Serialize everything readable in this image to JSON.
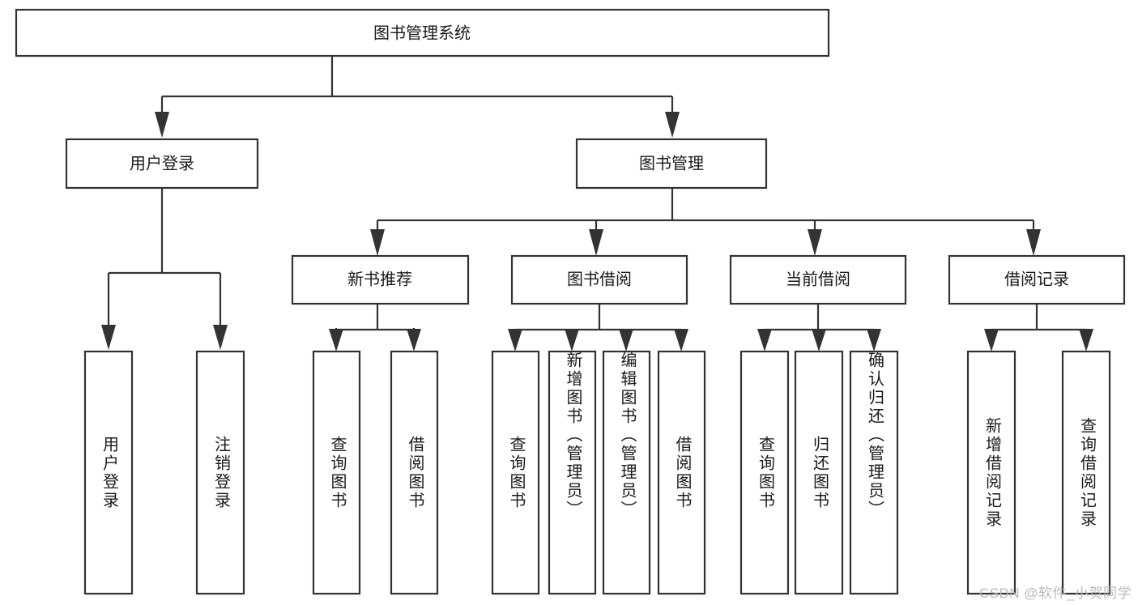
{
  "diagram": {
    "title": "图书管理系统",
    "type": "tree-hierarchy",
    "watermark": "CSDN @软件_小贺同学",
    "root": {
      "id": "root",
      "label": "图书管理系统"
    },
    "level1": [
      {
        "id": "user-login",
        "label": "用户登录"
      },
      {
        "id": "book-management",
        "label": "图书管理"
      }
    ],
    "level2": [
      {
        "id": "new-book-recommend",
        "label": "新书推荐",
        "parent": "book-management"
      },
      {
        "id": "book-borrow",
        "label": "图书借阅",
        "parent": "book-management"
      },
      {
        "id": "current-borrow",
        "label": "当前借阅",
        "parent": "book-management"
      },
      {
        "id": "borrow-record",
        "label": "借阅记录",
        "parent": "book-management"
      }
    ],
    "leaves": [
      {
        "id": "leaf-user-login",
        "label": "用户登录",
        "parent": "user-login"
      },
      {
        "id": "leaf-logout-login",
        "label": "注销登录",
        "parent": "user-login"
      },
      {
        "id": "leaf-query-book-1",
        "label": "查询图书",
        "parent": "new-book-recommend"
      },
      {
        "id": "leaf-borrow-book-1",
        "label": "借阅图书",
        "parent": "new-book-recommend"
      },
      {
        "id": "leaf-query-book-2",
        "label": "查询图书",
        "parent": "book-borrow"
      },
      {
        "id": "leaf-add-book",
        "label": "新增图书（管理员）",
        "parent": "book-borrow"
      },
      {
        "id": "leaf-edit-book",
        "label": "编辑图书（管理员）",
        "parent": "book-borrow"
      },
      {
        "id": "leaf-borrow-book-2",
        "label": "借阅图书",
        "parent": "book-borrow"
      },
      {
        "id": "leaf-query-book-3",
        "label": "查询图书",
        "parent": "current-borrow"
      },
      {
        "id": "leaf-return-book",
        "label": "归还图书",
        "parent": "current-borrow"
      },
      {
        "id": "leaf-confirm-return",
        "label": "确认归还（管理员）",
        "parent": "current-borrow"
      },
      {
        "id": "leaf-add-record",
        "label": "新增借阅记录",
        "parent": "borrow-record"
      },
      {
        "id": "leaf-query-record",
        "label": "查询借阅记录",
        "parent": "borrow-record"
      }
    ],
    "colors": {
      "stroke": "#333333",
      "fill": "#ffffff",
      "text": "#1a1a1a",
      "watermark": "#b9b9b9"
    }
  }
}
